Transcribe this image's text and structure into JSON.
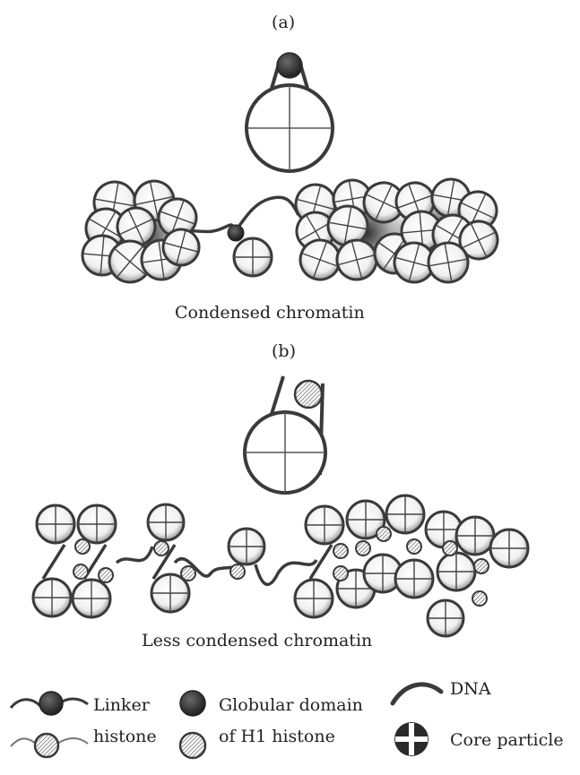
{
  "panel_a": {
    "label": "(a)",
    "caption": "Condensed chromatin"
  },
  "panel_b": {
    "label": "(b)",
    "caption": "Less condensed chromatin"
  },
  "legend": {
    "linker_histone": [
      "Linker",
      "histone"
    ],
    "globular_domain": [
      "Globular domain",
      "of H1 histone"
    ],
    "dna": "DNA",
    "core_particle": "Core particle"
  },
  "colors": {
    "outline": "#3a3a3a",
    "core_fill": "#ffffff",
    "linker_fill": "#2b2b2b",
    "dna": "#3a3a3a"
  }
}
